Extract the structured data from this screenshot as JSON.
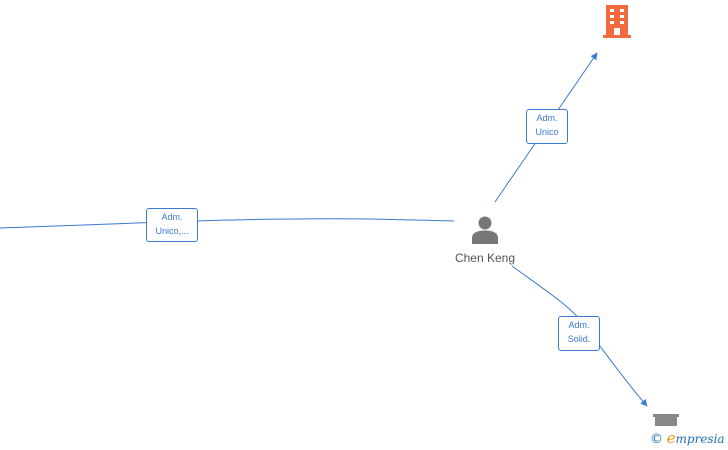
{
  "nodes": {
    "person": {
      "name": "Chen Keng",
      "icon": "person-icon"
    },
    "company_top": {
      "icon": "building-icon",
      "color": "#f26a3d"
    },
    "company_bottom": {
      "icon": "building-icon",
      "color": "#888888"
    }
  },
  "edges": {
    "left": {
      "line1": "Adm.",
      "line2": "Unico,..."
    },
    "top": {
      "line1": "Adm.",
      "line2": "Unico"
    },
    "bottom": {
      "line1": "Adm.",
      "line2": "Solid."
    }
  },
  "brand": {
    "copyright": "©",
    "initial": "e",
    "rest": "mpresia"
  },
  "colors": {
    "edge": "#3a7ad0",
    "person": "#777777"
  }
}
